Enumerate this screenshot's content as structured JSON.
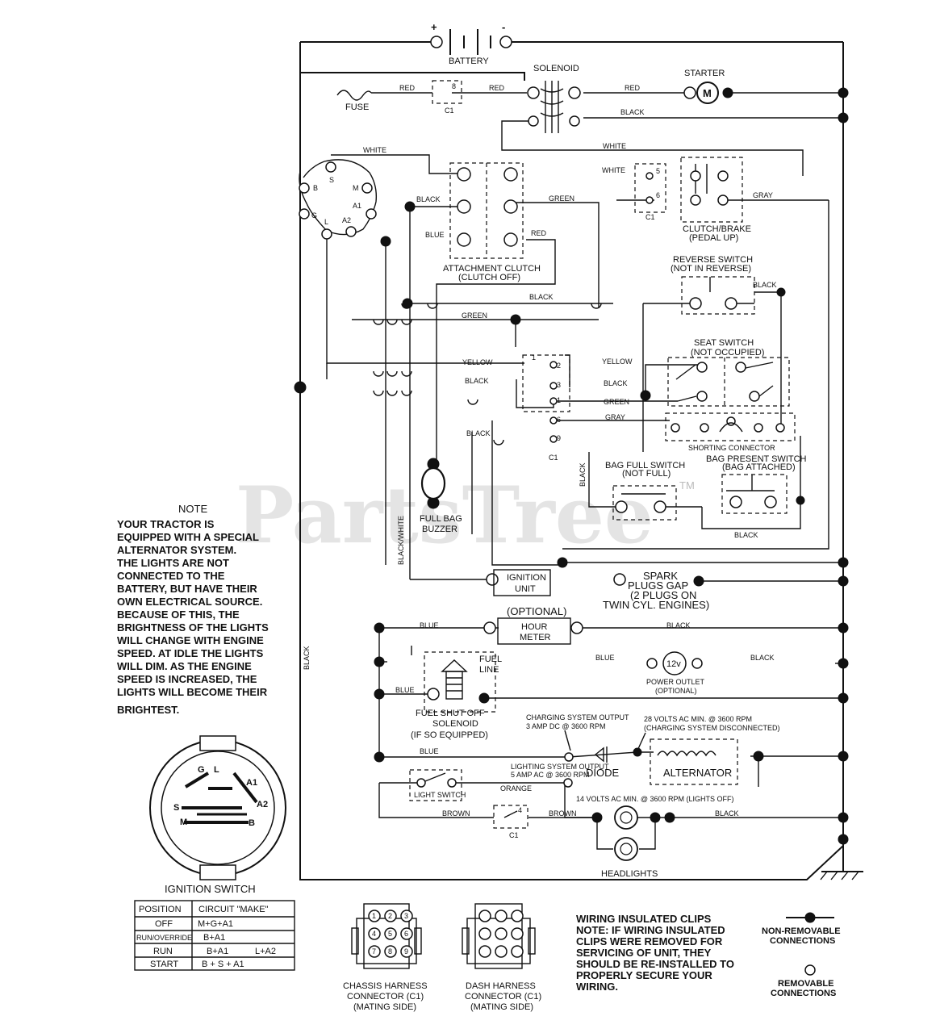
{
  "watermark": "PartsTree",
  "watermark_tm": "TM",
  "battery": {
    "label": "BATTERY",
    "plus": "+",
    "minus": "-"
  },
  "fuse": "FUSE",
  "solenoid": "SOLENOID",
  "starter": {
    "label": "STARTER",
    "symbol": "M"
  },
  "wires": {
    "red": "RED",
    "black": "BLACK",
    "white": "WHITE",
    "green": "GREEN",
    "blue": "BLUE",
    "yellow": "YELLOW",
    "gray": "GRAY",
    "orange": "ORANGE",
    "brown": "BROWN",
    "black_white": "BLACK/WHITE"
  },
  "connector_labels": {
    "c1": "C1",
    "b": "B",
    "s": "S",
    "g": "G",
    "m": "M",
    "a1": "A1",
    "a2": "A2",
    "l": "L",
    "n1": "1",
    "n2": "2",
    "n3": "3",
    "n4": "4",
    "n5": "5",
    "n6": "6",
    "n8": "8",
    "n9": "9"
  },
  "attachment_clutch": {
    "label": "ATTACHMENT CLUTCH",
    "state": "(CLUTCH OFF)"
  },
  "clutch_brake": {
    "label": "CLUTCH/BRAKE",
    "state": "(PEDAL UP)"
  },
  "reverse_switch": {
    "label": "REVERSE SWITCH",
    "state": "(NOT IN REVERSE)"
  },
  "seat_switch": {
    "label": "SEAT SWITCH",
    "state": "(NOT OCCUPIED)"
  },
  "shorting_connector": "SHORTING CONNECTOR",
  "bag_full_switch": {
    "label": "BAG FULL SWITCH",
    "state": "(NOT FULL)"
  },
  "bag_present_switch": {
    "label": "BAG PRESENT SWITCH",
    "state": "(BAG ATTACHED)"
  },
  "buzzer": [
    "FULL BAG",
    "BUZZER"
  ],
  "ignition_unit": [
    "IGNITION",
    "UNIT"
  ],
  "spark_plugs": [
    "SPARK",
    "PLUGS GAP",
    "(2 PLUGS ON",
    "TWIN CYL. ENGINES)"
  ],
  "hour_meter": {
    "optional": "(OPTIONAL)",
    "label": [
      "HOUR",
      "METER"
    ]
  },
  "fuel_line": [
    "FUEL",
    "LINE"
  ],
  "fuel_solenoid": [
    "FUEL SHUT OFF",
    "SOLENOID",
    "(IF SO EQUIPPED)"
  ],
  "power_outlet": {
    "symbol": "12v",
    "label": [
      "POWER OUTLET",
      "(OPTIONAL)"
    ]
  },
  "charging_output": [
    "CHARGING SYSTEM OUTPUT",
    "3 AMP DC @ 3600 RPM"
  ],
  "volts_ac": [
    "28 VOLTS AC MIN. @ 3600 RPM",
    "(CHARGING SYSTEM DISCONNECTED)"
  ],
  "lighting_output": [
    "LIGHTING SYSTEM OUTPUT",
    "5 AMP AC @ 3600 RPM"
  ],
  "volts_14": "14 VOLTS AC MIN. @ 3600 RPM (LIGHTS OFF)",
  "diode": "DIODE",
  "alternator": "ALTERNATOR",
  "light_switch": "LIGHT SWITCH",
  "headlights": "HEADLIGHTS",
  "note": {
    "title": "NOTE",
    "lines": [
      "YOUR TRACTOR IS",
      "EQUIPPED WITH A SPECIAL",
      "ALTERNATOR SYSTEM.",
      "THE LIGHTS ARE NOT",
      "CONNECTED TO THE",
      "BATTERY, BUT HAVE THEIR",
      "OWN ELECTRICAL SOURCE.",
      "BECAUSE OF THIS, THE",
      "BRIGHTNESS OF THE LIGHTS",
      "WILL CHANGE WITH ENGINE",
      "SPEED.  AT IDLE THE LIGHTS",
      "WILL DIM.  AS THE ENGINE",
      "SPEED IS INCREASED,  THE",
      "LIGHTS WILL BECOME THEIR",
      "BRIGHTEST."
    ]
  },
  "ignition_switch": {
    "title": "IGNITION SWITCH",
    "terminals": {
      "g": "G",
      "l": "L",
      "a1": "A1",
      "a2": "A2",
      "s": "S",
      "m": "M",
      "b": "B"
    },
    "table_headers": [
      "POSITION",
      "CIRCUIT  \"MAKE\""
    ],
    "rows": [
      {
        "position": "OFF",
        "circuit": "M+G+A1"
      },
      {
        "position": "RUN/OVERRIDE",
        "circuit": "B+A1"
      },
      {
        "position": "RUN",
        "circuit": "B+A1",
        "circuit2": "L+A2"
      },
      {
        "position": "START",
        "circuit": "B + S + A1"
      }
    ]
  },
  "chassis_connector": [
    "CHASSIS HARNESS",
    "CONNECTOR (C1)",
    "(MATING SIDE)"
  ],
  "dash_connector": [
    "DASH HARNESS",
    "CONNECTOR (C1)",
    "(MATING SIDE)"
  ],
  "pin_numbers": [
    "1",
    "2",
    "3",
    "4",
    "5",
    "6",
    "7",
    "8",
    "9"
  ],
  "clips_note": [
    "WIRING INSULATED CLIPS",
    "NOTE: IF WIRING INSULATED",
    "CLIPS WERE REMOVED FOR",
    "SERVICING OF UNIT, THEY",
    "SHOULD BE RE-INSTALLED TO",
    "PROPERLY SECURE YOUR",
    "WIRING."
  ],
  "legend": {
    "non_removable": [
      "NON-REMOVABLE",
      "CONNECTIONS"
    ],
    "removable": [
      "REMOVABLE",
      "CONNECTIONS"
    ]
  }
}
